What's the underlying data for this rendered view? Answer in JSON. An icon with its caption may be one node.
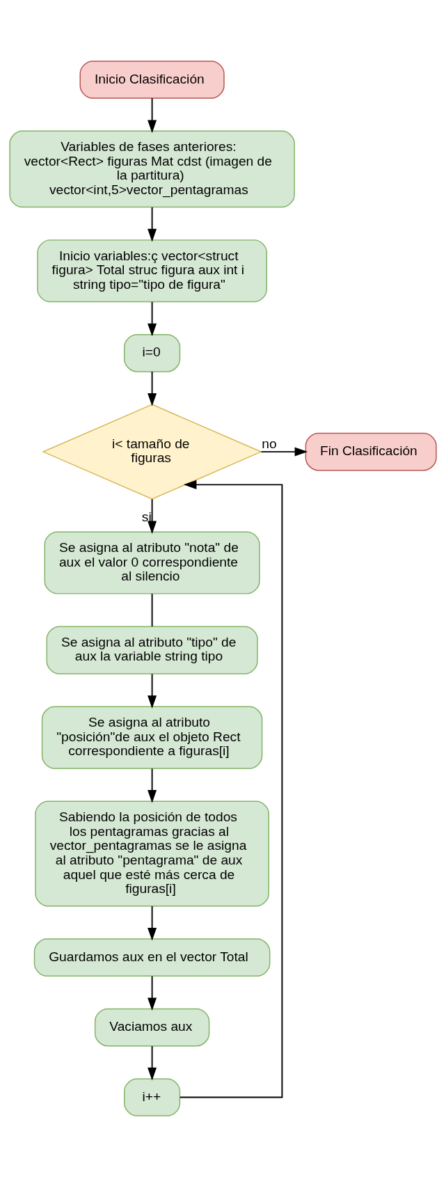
{
  "diagram": {
    "nodes": [
      {
        "text": [
          "Inicio Clasificación"
        ]
      },
      {
        "text": [
          "Variables de fases anteriores: vector<Rect> figuras Mat cdst (imagen de la partitura) vector<int,5>vector_pentagramas"
        ]
      },
      {
        "text": [
          "Inicio variables:ç vector<struct figura> Total struc figura aux int i string tipo=\"tipo de figura\""
        ]
      },
      {
        "text": [
          "i=0"
        ]
      },
      {
        "text": [
          "i< tamaño de figuras"
        ]
      },
      {
        "text": [
          "Fin Clasificación"
        ]
      },
      {
        "text": [
          "Se asigna al atributo \"nota\"  de aux el valor 0 correspondiente al silencio"
        ]
      },
      {
        "text": [
          "Se asigna al atributo \"tipo\" de aux la variable string tipo"
        ]
      },
      {
        "text": [
          "Se asigna al atributo \"posición\"de aux el objeto Rect correspondiente a figuras[i]"
        ]
      },
      {
        "text": [
          "Sabiendo la posición de todos los pentagramas gracias al vector_pentagramas se le asigna al atributo \"pentagrama\" de aux aquel que esté más cerca de figuras[i]"
        ]
      },
      {
        "text": [
          "Guardamos aux en el vector Total"
        ]
      },
      {
        "text": [
          "Vaciamos aux"
        ]
      },
      {
        "text": [
          "i++"
        ]
      }
    ],
    "edges": [
      {
        "from": 0,
        "to": 1,
        "arrow": "to"
      },
      {
        "from": 1,
        "to": 2,
        "arrow": "to"
      },
      {
        "from": 2,
        "to": 3,
        "arrow": "to"
      },
      {
        "from": 3,
        "to": 4,
        "arrow": "to"
      },
      {
        "from": 4,
        "to": 5,
        "arrow": "to",
        "label": "no"
      },
      {
        "from": 4,
        "to": 6,
        "arrow": "to",
        "label": "si"
      },
      {
        "from": 6,
        "to": 7,
        "arrow": "none"
      },
      {
        "from": 7,
        "to": 8,
        "arrow": "to"
      },
      {
        "from": 8,
        "to": 9,
        "arrow": "to"
      },
      {
        "from": 9,
        "to": 10,
        "arrow": "to"
      },
      {
        "from": 10,
        "to": 11,
        "arrow": "to"
      },
      {
        "from": 11,
        "to": 12,
        "arrow": "to"
      },
      {
        "from": 12,
        "to": 4,
        "arrow": "to"
      }
    ]
  }
}
